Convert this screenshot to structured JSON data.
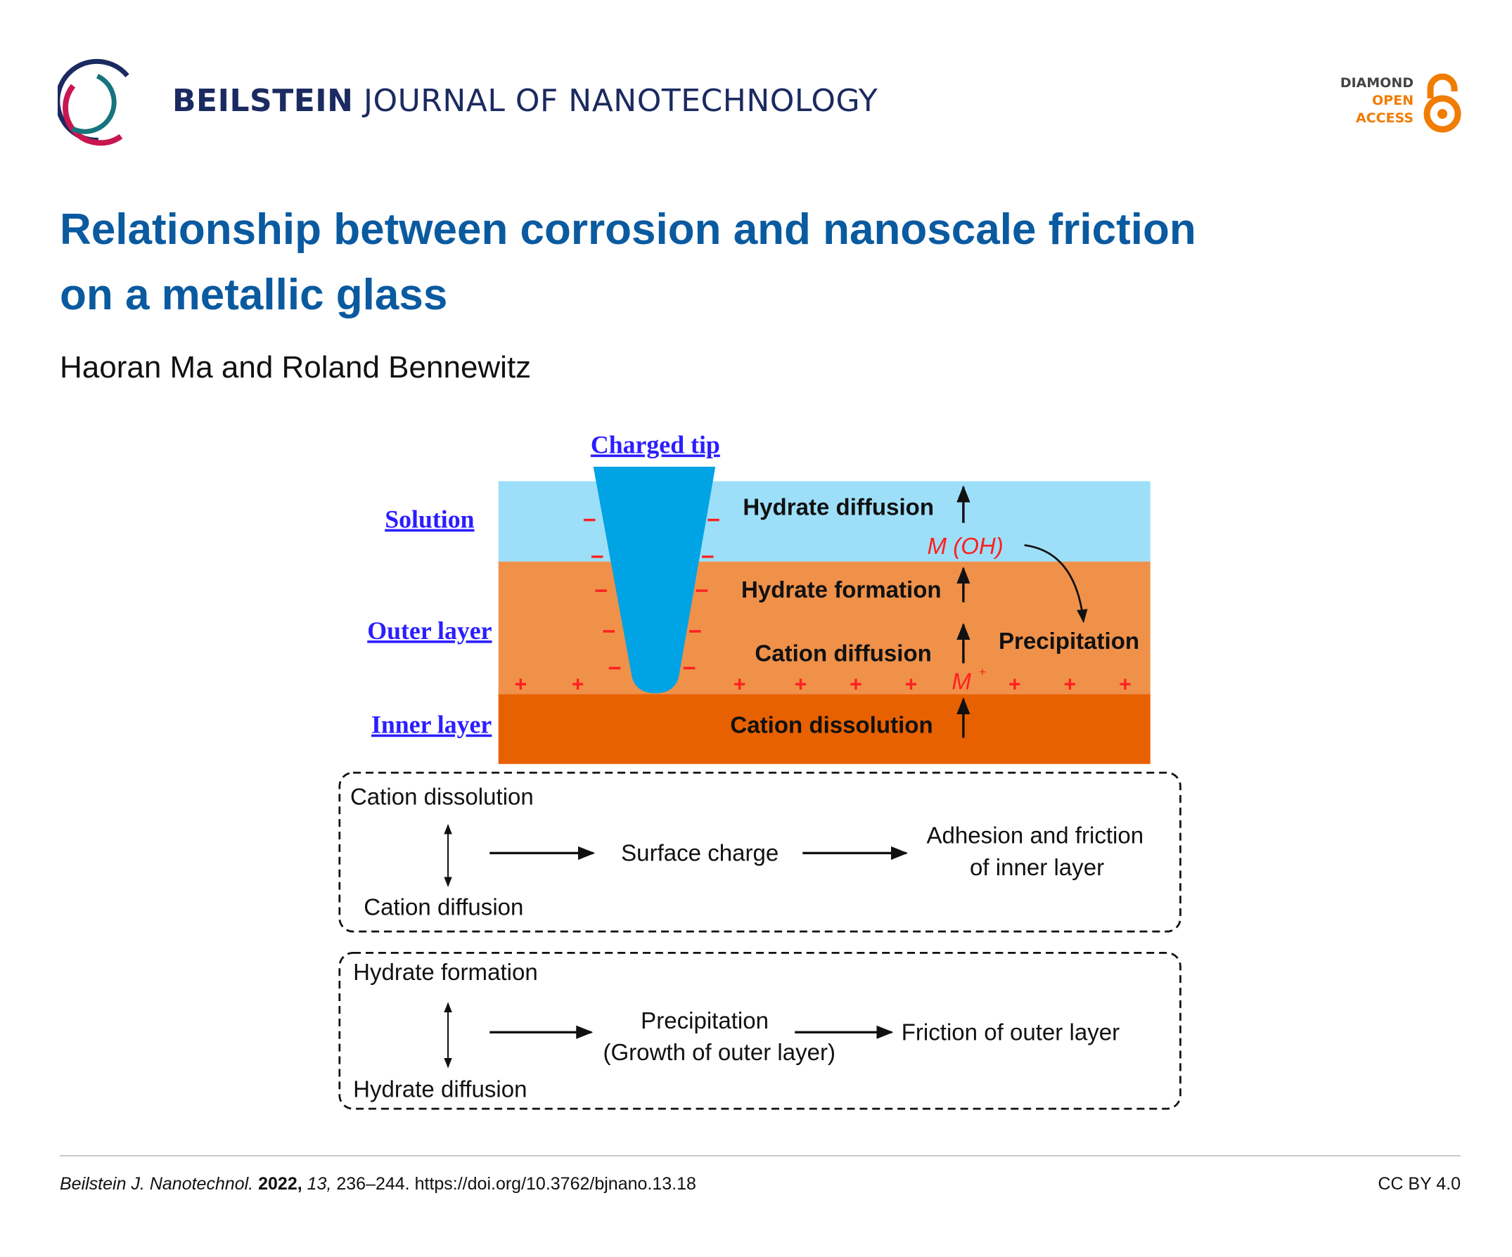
{
  "header": {
    "journal_bold": "BEILSTEIN",
    "journal_rest": "JOURNAL OF NANOTECHNOLOGY",
    "open_access": [
      "DIAMOND",
      "OPEN",
      "ACCESS"
    ]
  },
  "article": {
    "title_line1": "Relationship between corrosion and nanoscale friction",
    "title_line2": "on a metallic glass",
    "authors": "Haoran Ma and Roland Bennewitz"
  },
  "figure": {
    "tip_label": "Charged tip",
    "layer_labels": [
      "Solution",
      "Outer layer",
      "Inner layer"
    ],
    "processes": {
      "hydrate_diffusion": "Hydrate diffusion",
      "moh": "M (OH)",
      "hydrate_formation": "Hydrate formation",
      "cation_diffusion": "Cation diffusion",
      "precipitation": "Precipitation",
      "m_plus": "M",
      "m_plus_sup": "+",
      "cation_dissolution": "Cation dissolution"
    },
    "colors": {
      "solution": "#9ddff9",
      "outer": "#f0914a",
      "inner": "#e86100",
      "tip": "#00a3e4",
      "charge": "#ff2020"
    },
    "box1": {
      "top": "Cation dissolution",
      "bottom": "Cation diffusion",
      "middle": "Surface charge",
      "result_line1": "Adhesion and friction",
      "result_line2": "of inner layer"
    },
    "box2": {
      "top": "Hydrate formation",
      "bottom": "Hydrate diffusion",
      "middle_line1": "Precipitation",
      "middle_line2": "(Growth of outer layer)",
      "result": "Friction of outer layer"
    }
  },
  "footer": {
    "journal": "Beilstein J. Nanotechnol.",
    "year": "2022,",
    "volume": "13,",
    "pages": "236–244.",
    "doi": "https://doi.org/10.3762/bjnano.13.18",
    "license": "CC BY 4.0"
  }
}
